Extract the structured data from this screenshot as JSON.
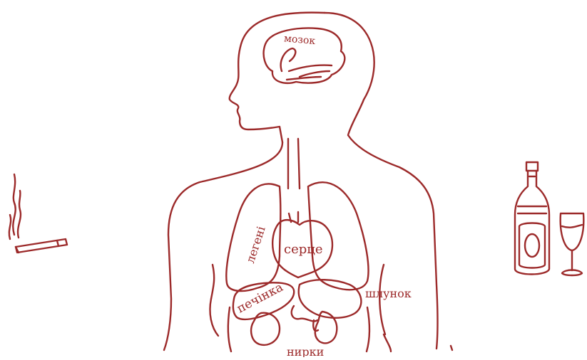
{
  "colors": {
    "ink": "#9c2a2a",
    "background": "#ffffff"
  },
  "labels": {
    "brain": "мозок",
    "lungs": "легені",
    "heart": "серце",
    "liver": "печінка",
    "stomach": "шлунок",
    "kidneys": "нирки"
  },
  "icons": {
    "cigarette": "cigarette-icon",
    "bottle": "bottle-icon",
    "wine_glass": "wine-glass-icon"
  }
}
